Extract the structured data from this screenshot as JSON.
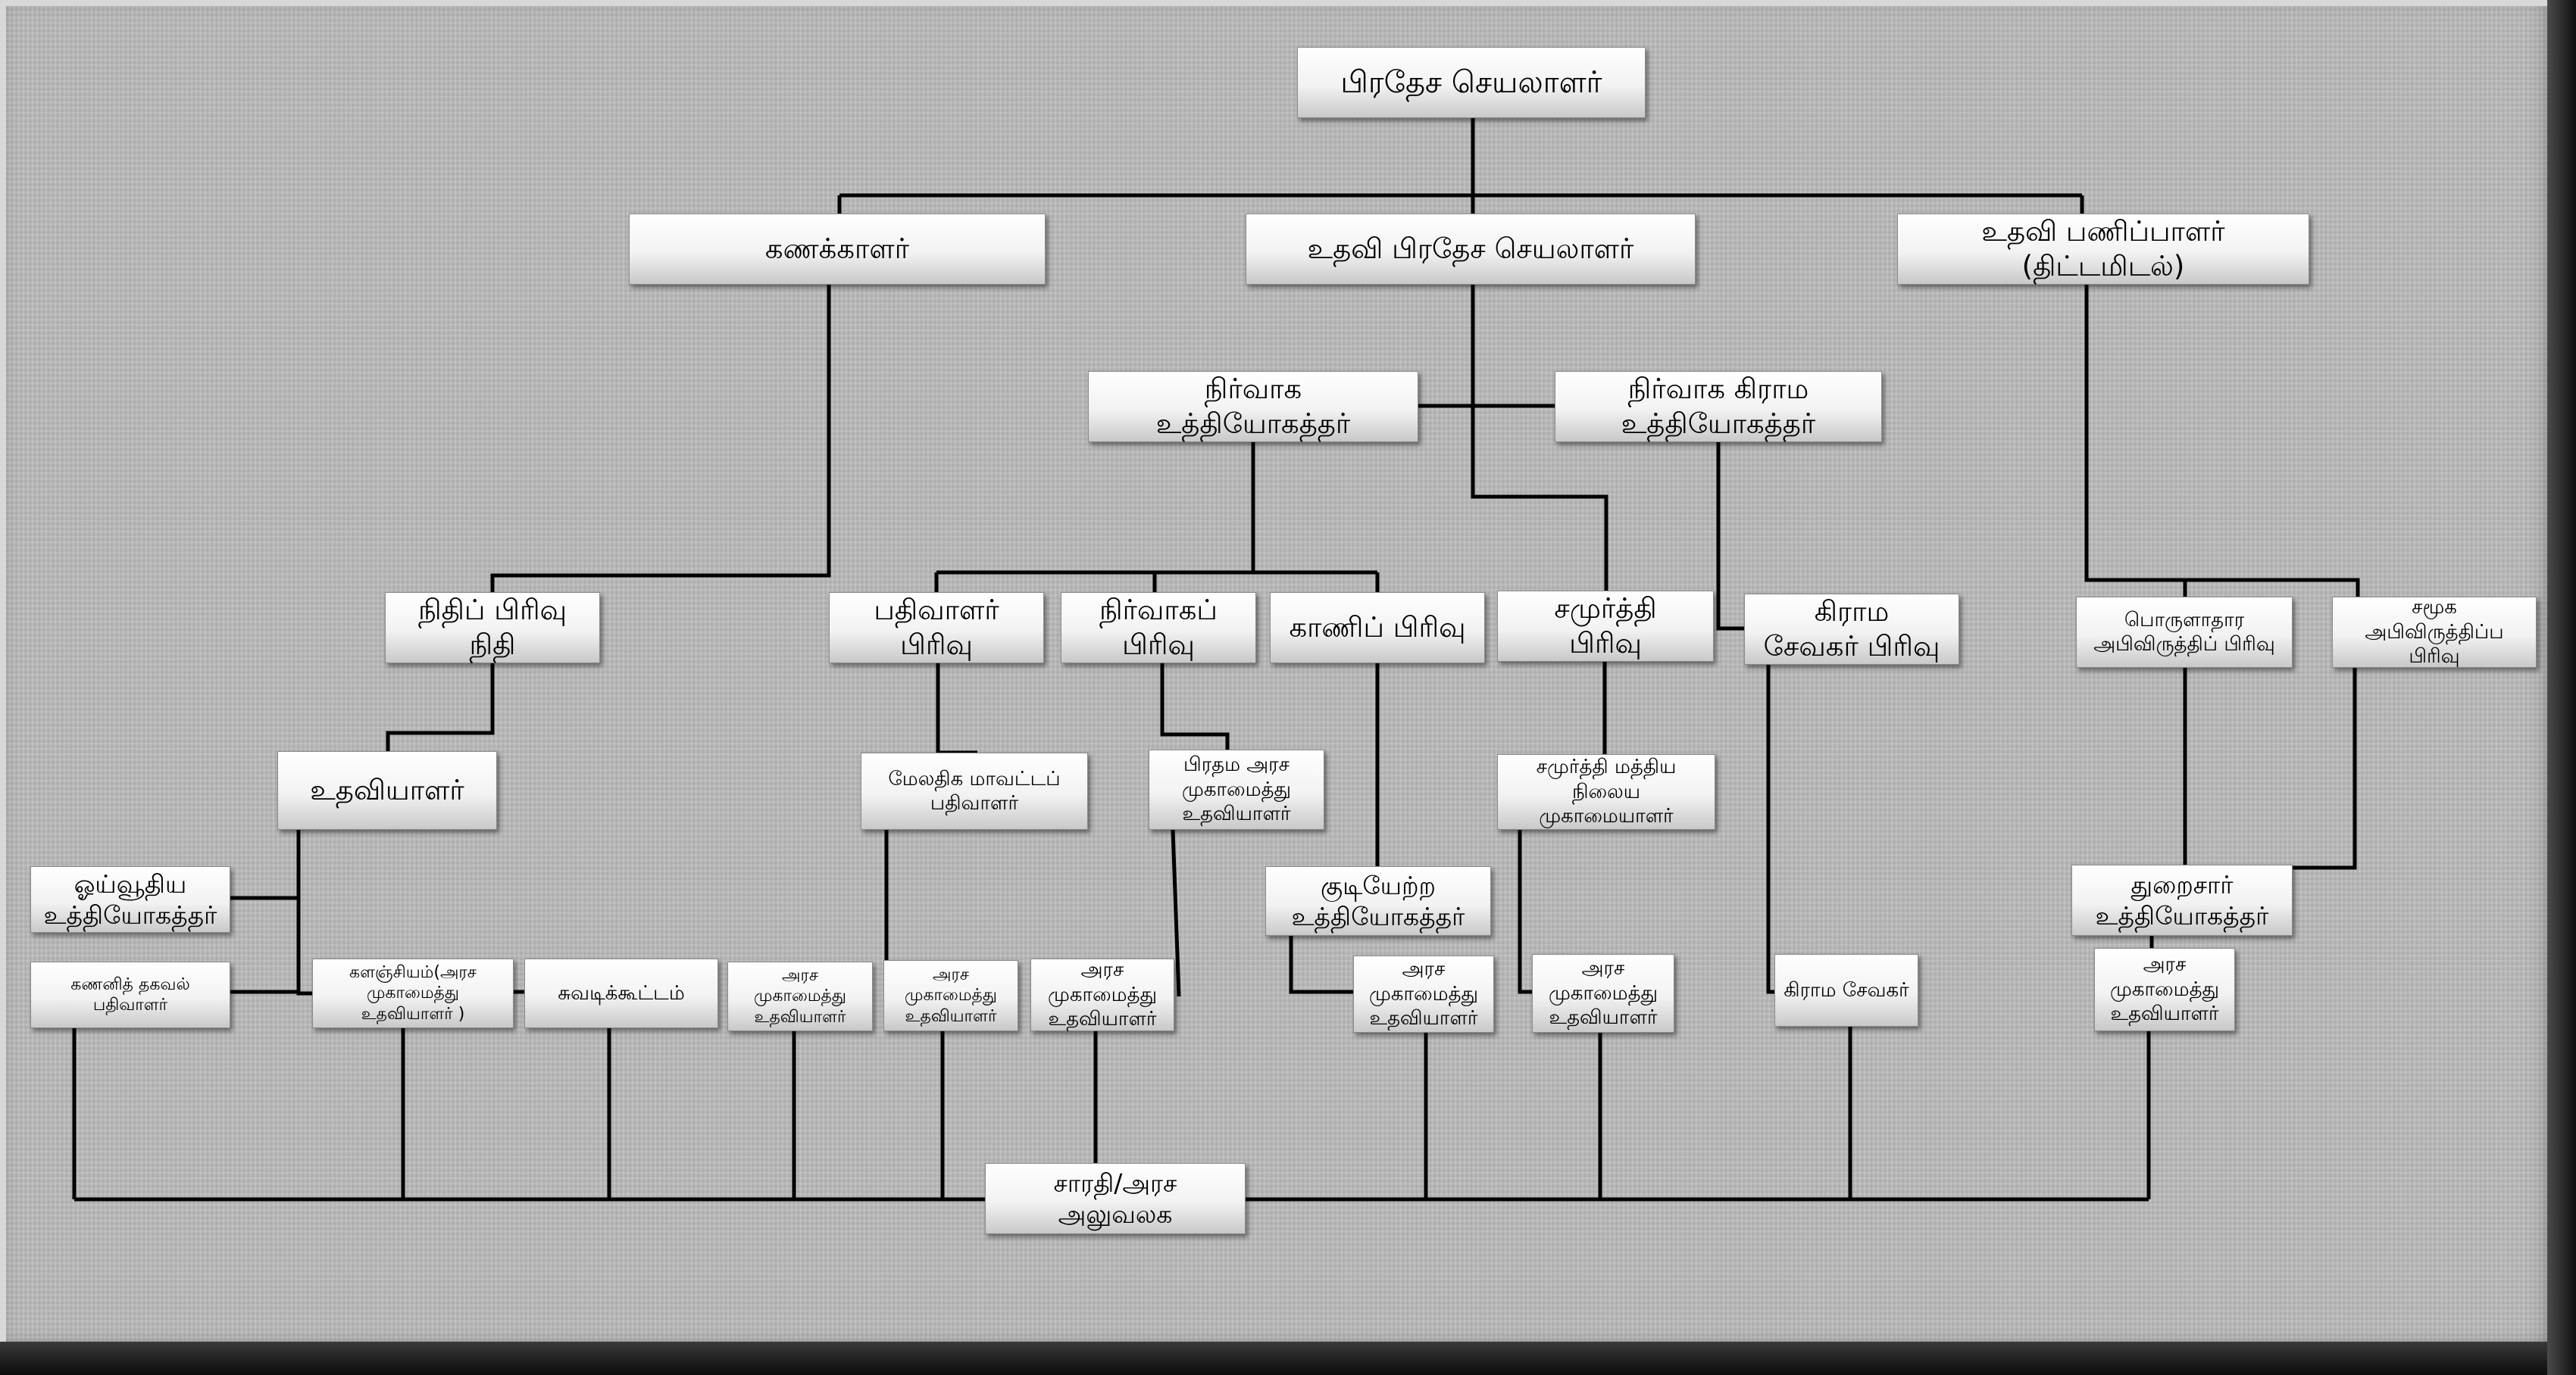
{
  "nodes": {
    "divisional_secretary": "பிரதேச செயலாளர்",
    "accountant": "கணக்காளர்",
    "asst_divisional_secretary": "உதவி பிரதேச செயலாளர்",
    "asst_director_planning_1": "உதவி பணிப்பாளர்",
    "asst_director_planning_2": "(திட்டமிடல்)",
    "admin_officer_1": "நிர்வாக",
    "admin_officer_2": "உத்தியோகத்தர்",
    "admin_grama_officer_1": "நிர்வாக கிராம",
    "admin_grama_officer_2": "உத்தியோகத்தர்",
    "finance_division_1": "நிதிப் பிரிவு",
    "finance_division_2": "நிதி",
    "registrar_division_1": "பதிவாளர்",
    "registrar_division_2": "பிரிவு",
    "admin_division_1": "நிர்வாகப்",
    "admin_division_2": "பிரிவு",
    "land_division": "காணிப் பிரிவு",
    "samurdhi_division_1": "சமுர்த்தி",
    "samurdhi_division_2": "பிரிவு",
    "grama_sevaka_division_1": "கிராம",
    "grama_sevaka_division_2": "சேவகர் பிரிவு",
    "economic_dev_division_1": "பொருளாதார",
    "economic_dev_division_2": "அபிவிருத்திப் பிரிவு",
    "social_dev_division_1": "சமூக",
    "social_dev_division_2": "அபிவிருத்திப்ப",
    "social_dev_division_3": "பிரிவு",
    "assistant": "உதவியாளர்",
    "additional_district_registrar_1": "மேலதிக மாவட்டப்",
    "additional_district_registrar_2": "பதிவாளர்",
    "chief_mgmt_assistant_1": "பிரதம அரச",
    "chief_mgmt_assistant_2": "முகாமைத்து",
    "chief_mgmt_assistant_3": "உதவியாளர்",
    "samurdhi_centre_manager_1": "சமுர்த்தி மத்திய",
    "samurdhi_centre_manager_2": "நிலைய",
    "samurdhi_centre_manager_3": "முகாமையாளர்",
    "retired_officer_1": "ஓய்வூதிய",
    "retired_officer_2": "உத்தியோகத்தர்",
    "colonization_officer_1": "குடியேற்ற",
    "colonization_officer_2": "உத்தியோகத்தர்",
    "sectoral_officer_1": "துறைசார்",
    "sectoral_officer_2": "உத்தியோகத்தர்",
    "computer_info_registrar_1": "கணனித் தகவல்",
    "computer_info_registrar_2": "பதிவாளர்",
    "stores_mgmt_assistant_1": "களஞ்சியம்(அரச",
    "stores_mgmt_assistant_2": "முகாமைத்து",
    "stores_mgmt_assistant_3": "உதவியாளர் )",
    "file_register": "சுவடிக்கூட்டம்",
    "mgmt_assistant_1": "அரச",
    "mgmt_assistant_2": "முகாமைத்து",
    "mgmt_assistant_3": "உதவியாளர்",
    "grama_sevaka": "கிராம சேவகர்",
    "driver_office_1": "சாரதி/அரச",
    "driver_office_2": "அலுவலக"
  }
}
